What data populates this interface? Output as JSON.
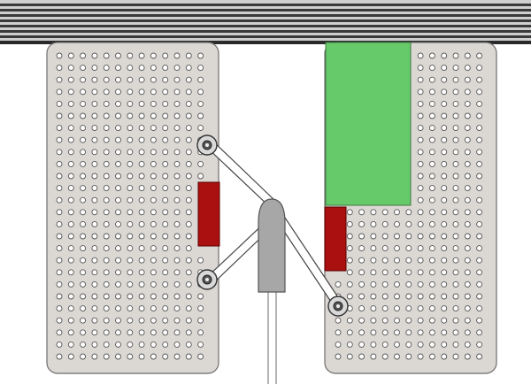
{
  "scene": {
    "description_free": true
  },
  "colors": {
    "rail_dark": "#3a3a3a",
    "rail_mid": "#8d8d8d",
    "rail_light": "#d8d8d8",
    "plate_fill": "#dbd7d3",
    "plate_stroke": "#6e6e6e",
    "hole_fill": "#ffffff",
    "hole_stroke": "#555555",
    "green_block": "#66c96a",
    "red_block": "#aa1010",
    "piston_fill": "#a7a7a7",
    "link_stroke": "#444444",
    "rod_stroke": "#9a9a9a"
  },
  "parts": {
    "top_rail": "ceiling-rail",
    "left_plate": "pegboard-left",
    "right_plate": "pegboard-right",
    "green_block": "green-block",
    "red_block_left": "red-block-left",
    "red_block_right": "red-block-right",
    "piston": "piston-actuator",
    "joints": [
      "pivot-upper-left",
      "pivot-lower-left",
      "pivot-right"
    ]
  }
}
